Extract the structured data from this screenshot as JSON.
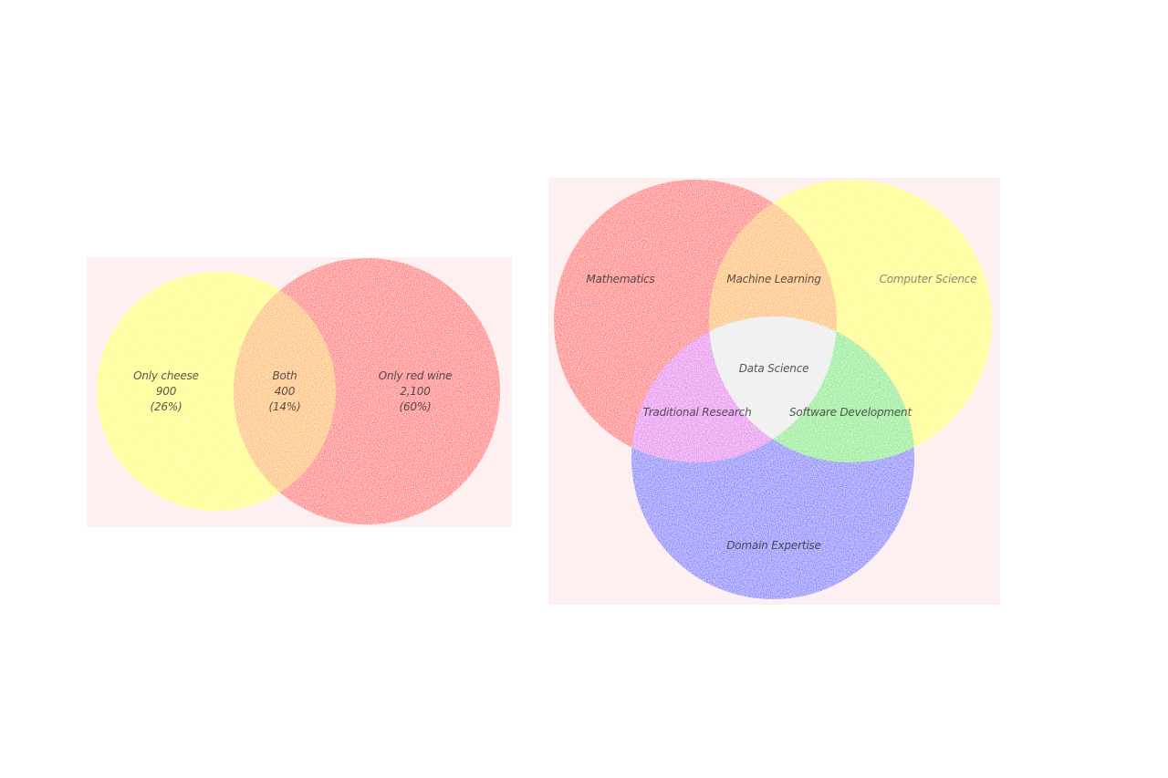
{
  "venn_two": {
    "left_set_label": "Only cheese",
    "left_set_count": "900",
    "left_set_pct": "(26%)",
    "overlap_label": "Both",
    "overlap_count": "400",
    "overlap_pct": "(14%)",
    "right_set_label": "Only red wine",
    "right_set_count": "2,100",
    "right_set_pct": "(60%)",
    "colors": {
      "left": "#ffff66",
      "right": "#ff6666",
      "overlap": "#ffc070",
      "background": "#fde8ea"
    }
  },
  "venn_three": {
    "top_left_label": "Mathematics",
    "top_right_label": "Computer Science",
    "bottom_label": "Domain Expertise",
    "top_overlap_label": "Machine Learning",
    "left_overlap_label": "Traditional Research",
    "right_overlap_label": "Software Development",
    "center_label": "Data Science",
    "colors": {
      "top_left": "#ff6666",
      "top_right": "#ffff66",
      "bottom": "#7070ff",
      "top_overlap": "#ffc070",
      "left_overlap": "#e890f0",
      "right_overlap": "#90ec90",
      "center": "#ececec",
      "background": "#fde8ea"
    }
  }
}
